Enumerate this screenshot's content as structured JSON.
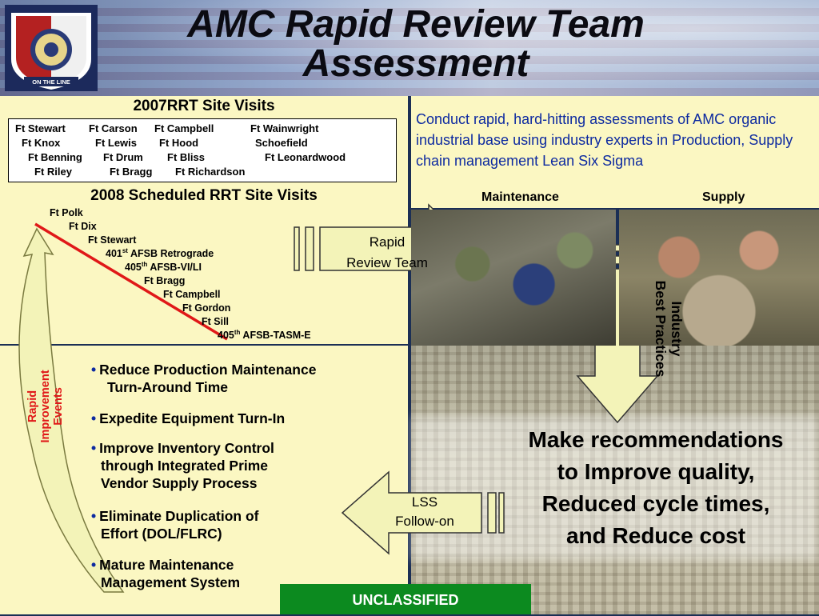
{
  "header": {
    "title_line1": "AMC Rapid Review Team",
    "title_line2": "Assessment",
    "logo_text": "ON THE LINE"
  },
  "visits_2007": {
    "title": "2007RRT Site Visits",
    "sites": [
      "Ft Stewart",
      "Ft Carson",
      "Ft Campbell",
      "Ft Wainwright",
      "Ft Knox",
      "Ft Lewis",
      "Ft Hood",
      "Schoefield",
      "Ft Benning",
      "Ft Drum",
      "Ft Bliss",
      "Ft Leonardwood",
      "Ft Riley",
      "Ft Bragg",
      "Ft Richardson"
    ]
  },
  "visits_2008": {
    "title": "2008 Scheduled RRT Site Visits",
    "sites": [
      {
        "pre": "Ft Polk",
        "sup": "",
        "post": ""
      },
      {
        "pre": "Ft Dix",
        "sup": "",
        "post": ""
      },
      {
        "pre": "Ft Stewart",
        "sup": "",
        "post": ""
      },
      {
        "pre": "401",
        "sup": "st",
        "post": " AFSB Retrograde"
      },
      {
        "pre": "405",
        "sup": "th",
        "post": " AFSB-VI/LI"
      },
      {
        "pre": "Ft Bragg",
        "sup": "",
        "post": ""
      },
      {
        "pre": "Ft Campbell",
        "sup": "",
        "post": ""
      },
      {
        "pre": "Ft Gordon",
        "sup": "",
        "post": ""
      },
      {
        "pre": "Ft Sill",
        "sup": "",
        "post": ""
      },
      {
        "pre": "405",
        "sup": "th",
        "post": " AFSB-TASM-E"
      }
    ]
  },
  "mission": "Conduct rapid, hard-hitting assessments of AMC organic industrial base using industry experts in Production, Supply chain management Lean Six Sigma",
  "photos": {
    "maintenance_label": "Maintenance",
    "supply_label": "Supply"
  },
  "arrows": {
    "rrt_line1": "Rapid",
    "rrt_line2": "Review Team",
    "industry_line1": "Industry",
    "industry_line2": "Best Practices",
    "lss_line1": "LSS",
    "lss_line2": "Follow-on"
  },
  "rapid_improvement": {
    "line1": "Rapid",
    "line2": "Improvement",
    "line3": "Events"
  },
  "bullets": [
    {
      "line1": "Reduce Production Maintenance",
      "line2": "Turn-Around Time"
    },
    {
      "line1": "Expedite Equipment Turn-In",
      "line2": ""
    },
    {
      "line1": "Improve Inventory Control",
      "line2": "through Integrated Prime",
      "line3": "Vendor Supply Process"
    },
    {
      "line1": "Eliminate Duplication of",
      "line2": "Effort (DOL/FLRC)"
    },
    {
      "line1": "Mature Maintenance",
      "line2": "Management System"
    }
  ],
  "recommendation": {
    "line1": "Make recommendations",
    "line2": "to Improve quality,",
    "line3": "Reduced cycle times,",
    "line4": "and Reduce cost"
  },
  "footer": {
    "classification": "UNCLASSIFIED"
  },
  "colors": {
    "panel": "#fbf7c2",
    "mission_text": "#0d2aa0",
    "rie_text": "#e01818",
    "arrow_fill": "#f3f3b8",
    "classification_bg": "#0c8a1f"
  }
}
